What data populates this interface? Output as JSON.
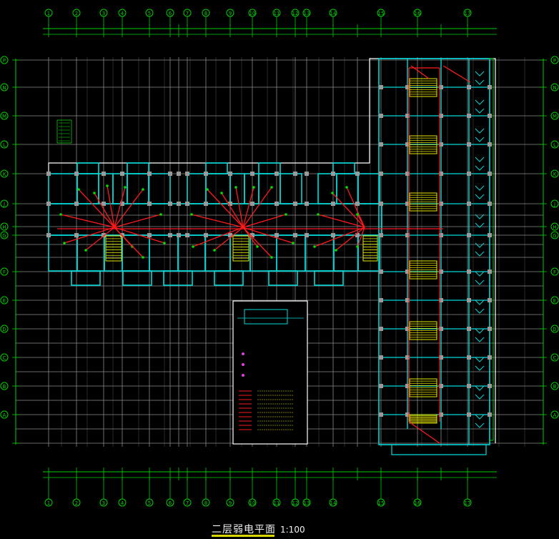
{
  "drawing": {
    "title": "二层弱电平面",
    "scale": "1:100"
  },
  "axes": {
    "top_labels": [
      "1",
      "2",
      "3",
      "4",
      "5",
      "6",
      "7",
      "8",
      "9",
      "10",
      "11",
      "12",
      "13",
      "14",
      "15",
      "16",
      "17"
    ],
    "left_labels": [
      "P",
      "N",
      "M",
      "L",
      "K",
      "J",
      "H",
      "G",
      "F",
      "E",
      "D",
      "C",
      "B",
      "A"
    ]
  },
  "colors": {
    "background": "#000000",
    "grid": "#8a8a8a",
    "wall": "#00d8d8",
    "axis": "#00d000",
    "cable": "#ff1a1a",
    "stair": "#e6e600",
    "text": "#f0f0f0",
    "legend_frame": "#ffffff"
  }
}
